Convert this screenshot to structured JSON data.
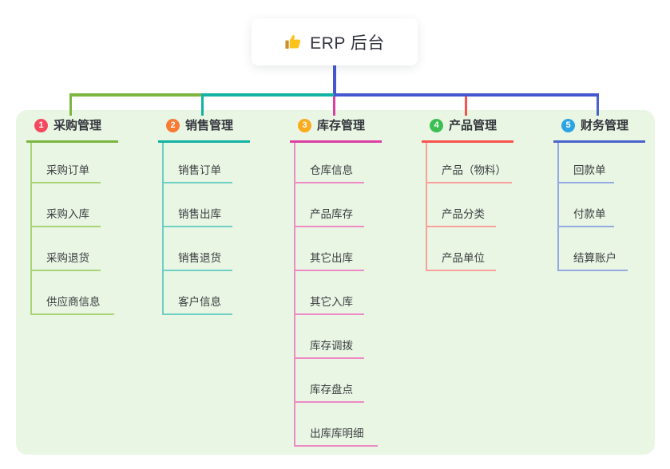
{
  "root": {
    "title": "ERP 后台",
    "icon": "thumbs-up-icon"
  },
  "canvas": {
    "panel_bg": "#e8f6e3",
    "trunk_color": "#4457ce"
  },
  "branches": [
    {
      "num": "1",
      "label": "采购管理",
      "badge_color": "#f4495c",
      "accent": "#7cb53f",
      "light": "#a9d377",
      "children": [
        "采购订单",
        "采购入库",
        "采购退货",
        "供应商信息"
      ]
    },
    {
      "num": "2",
      "label": "销售管理",
      "badge_color": "#f87b33",
      "accent": "#12b3a2",
      "light": "#6fcfc4",
      "children": [
        "销售订单",
        "销售出库",
        "销售退货",
        "客户信息"
      ]
    },
    {
      "num": "3",
      "label": "库存管理",
      "badge_color": "#fbab1c",
      "accent": "#dc3fa4",
      "light": "#ee8ac6",
      "children": [
        "仓库信息",
        "产品库存",
        "其它出库",
        "其它入库",
        "库存调拨",
        "库存盘点",
        "出库库明细"
      ]
    },
    {
      "num": "4",
      "label": "产品管理",
      "badge_color": "#3cbf52",
      "accent": "#f8544e",
      "light": "#faa09a",
      "children": [
        "产品（物料）",
        "产品分类",
        "产品单位"
      ]
    },
    {
      "num": "5",
      "label": "财务管理",
      "badge_color": "#2ba4e6",
      "accent": "#4a63cc",
      "light": "#94aae2",
      "children": [
        "回款单",
        "付款单",
        "结算账户"
      ]
    }
  ]
}
